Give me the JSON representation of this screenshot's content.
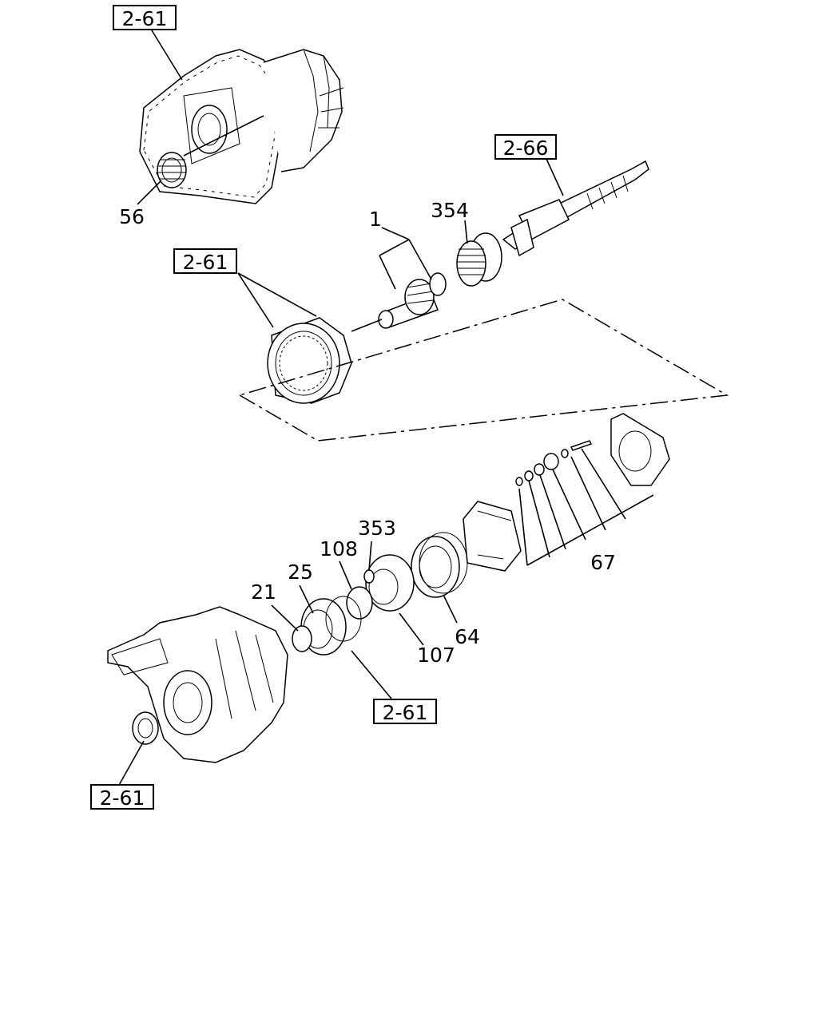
{
  "refs": {
    "r1": "2-61",
    "r2": "2-66",
    "r3": "2-61",
    "r4": "2-61",
    "r5": "2-61"
  },
  "parts": {
    "p56": "56",
    "p1": "1",
    "p354": "354",
    "p353": "353",
    "p108": "108",
    "p25": "25",
    "p21": "21",
    "p67": "67",
    "p64": "64",
    "p107": "107"
  }
}
